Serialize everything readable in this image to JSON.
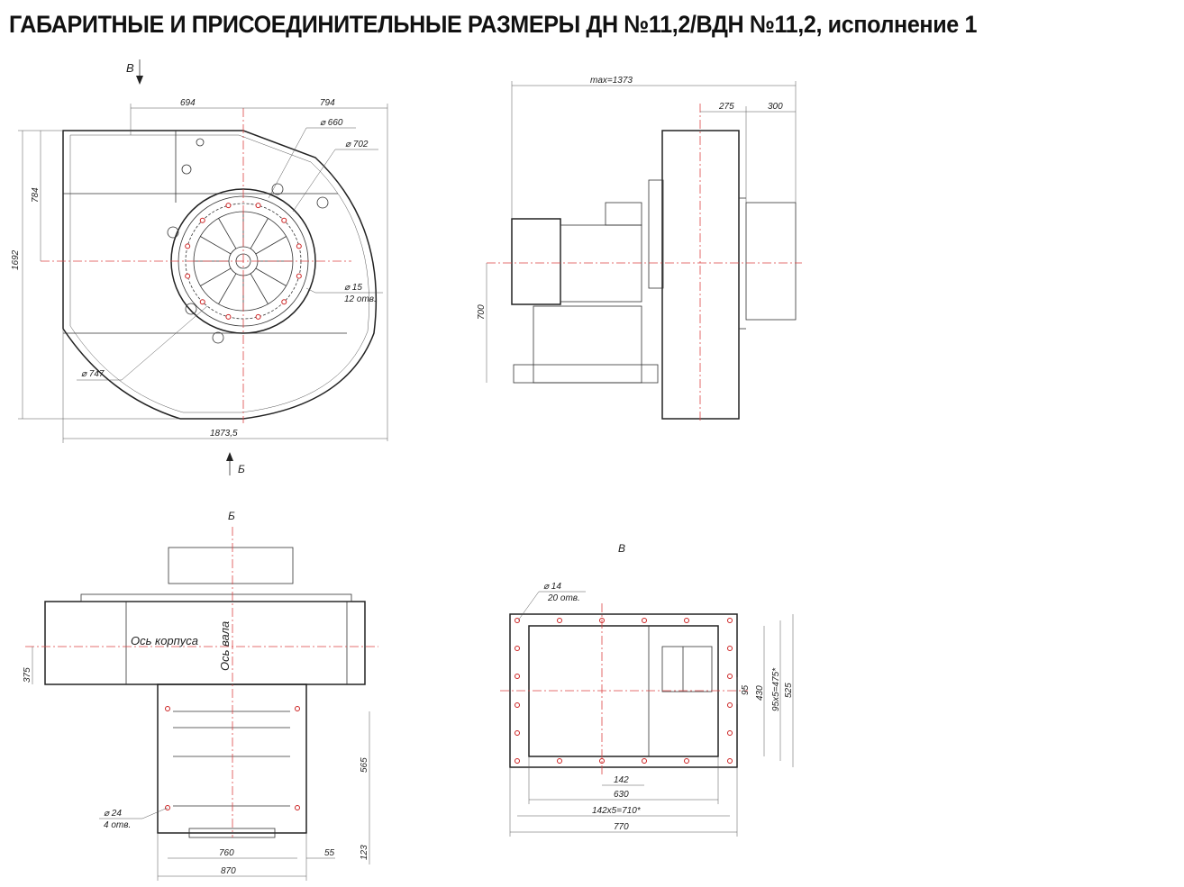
{
  "title": "ГАБАРИТНЫЕ И ПРИСОЕДИНИТЕЛЬНЫЕ РАЗМЕРЫ ДН №11,2/ВДН №11,2, исполнение 1",
  "colors": {
    "lines": "#333333",
    "axis": "#dd4444",
    "holes": "#cc2222"
  },
  "views": {
    "front": {
      "view_b_label": "В",
      "view_b2_label": "Б",
      "dims": {
        "w694": "694",
        "w794": "794",
        "d660": "⌀ 660",
        "d702": "⌀ 702",
        "h784": "784",
        "h1692": "1692",
        "d15": "⌀ 15",
        "holes12": "12 отв.",
        "d747": "⌀ 747",
        "w1873": "1873,5"
      }
    },
    "side": {
      "dims": {
        "max1373": "max=1373",
        "w275": "275",
        "w300": "300",
        "h700": "700"
      }
    },
    "view_b": {
      "label": "Б",
      "axis_body": "Ось корпуса",
      "axis_shaft": "Ось вала",
      "dims": {
        "h375": "375",
        "h565": "565",
        "d24": "⌀ 24",
        "holes4": "4 отв.",
        "w760": "760",
        "w55": "55",
        "h123": "123",
        "w870": "870"
      }
    },
    "view_v": {
      "label": "В",
      "dims": {
        "d14": "⌀ 14",
        "holes20": "20 отв.",
        "h95": "95",
        "h430": "430",
        "h475": "95x5=475*",
        "h525": "525",
        "w142": "142",
        "w630": "630",
        "w710": "142x5=710*",
        "w770": "770"
      }
    }
  }
}
